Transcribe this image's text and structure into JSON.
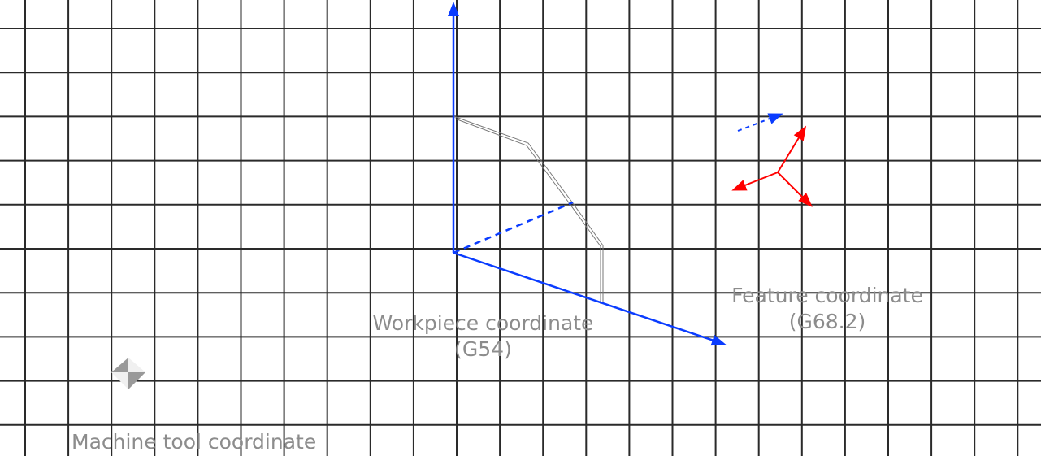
{
  "labels": {
    "machine": "Machine tool coordinate",
    "workpiece": "Workpiece coordinate",
    "workpiece_code": "(G54)",
    "feature": "Feature coordinate",
    "feature_code": "(G68.2)"
  },
  "colors": {
    "grid": "#2a2a2a",
    "workpiece_axes": "#0a3cff",
    "feature_axes": "#ff0000",
    "label": "#8c8c8c"
  }
}
